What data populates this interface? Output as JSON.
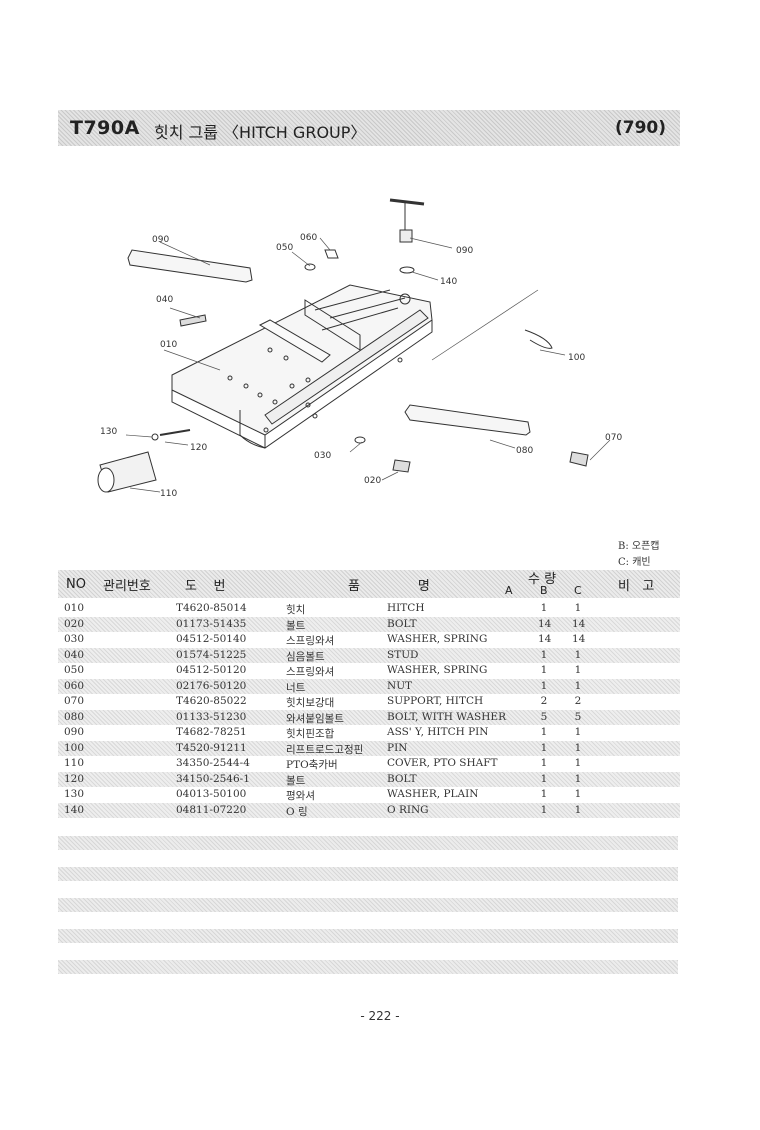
{
  "header": {
    "model": "T790A",
    "title": "힛치 그룹 〈HITCH GROUP〉",
    "page_code": "(790)"
  },
  "diagram": {
    "callouts": [
      "010",
      "020",
      "030",
      "040",
      "050",
      "060",
      "070",
      "080",
      "090",
      "100",
      "110",
      "120",
      "130",
      "140"
    ]
  },
  "legend": {
    "b": "B: 오픈캡",
    "c": "C: 캐빈"
  },
  "table": {
    "headers": {
      "no": "NO",
      "mgmt": "관리번호",
      "drawing": "도    번",
      "name": "품              명",
      "qty": "수 량",
      "a": "A",
      "b": "B",
      "c": "C",
      "remark": "비   고"
    },
    "rows": [
      {
        "no": "010",
        "part": "T4620-85014",
        "kr": "힛치",
        "en": "HITCH",
        "b": "1",
        "c": "1"
      },
      {
        "no": "020",
        "part": "01173-51435",
        "kr": "볼트",
        "en": "BOLT",
        "b": "14",
        "c": "14"
      },
      {
        "no": "030",
        "part": "04512-50140",
        "kr": "스프링와셔",
        "en": "WASHER, SPRING",
        "b": "14",
        "c": "14"
      },
      {
        "no": "040",
        "part": "01574-51225",
        "kr": "심음볼트",
        "en": "STUD",
        "b": "1",
        "c": "1"
      },
      {
        "no": "050",
        "part": "04512-50120",
        "kr": "스프링와셔",
        "en": "WASHER, SPRING",
        "b": "1",
        "c": "1"
      },
      {
        "no": "060",
        "part": "02176-50120",
        "kr": "너트",
        "en": "NUT",
        "b": "1",
        "c": "1"
      },
      {
        "no": "070",
        "part": "T4620-85022",
        "kr": "힛치보강대",
        "en": "SUPPORT, HITCH",
        "b": "2",
        "c": "2"
      },
      {
        "no": "080",
        "part": "01133-51230",
        "kr": "와셔붙임볼트",
        "en": "BOLT, WITH WASHER",
        "b": "5",
        "c": "5"
      },
      {
        "no": "090",
        "part": "T4682-78251",
        "kr": "힛치핀조합",
        "en": "ASS' Y, HITCH PIN",
        "b": "1",
        "c": "1"
      },
      {
        "no": "100",
        "part": "T4520-91211",
        "kr": "리프트로드고정핀",
        "en": "PIN",
        "b": "1",
        "c": "1"
      },
      {
        "no": "110",
        "part": "34350-2544-4",
        "kr": "PTO축카버",
        "en": "COVER, PTO SHAFT",
        "b": "1",
        "c": "1"
      },
      {
        "no": "120",
        "part": "34150-2546-1",
        "kr": "볼트",
        "en": "BOLT",
        "b": "1",
        "c": "1"
      },
      {
        "no": "130",
        "part": "04013-50100",
        "kr": "평와셔",
        "en": "WASHER, PLAIN",
        "b": "1",
        "c": "1"
      },
      {
        "no": "140",
        "part": "04811-07220",
        "kr": "O 링",
        "en": "O RING",
        "b": "1",
        "c": "1"
      }
    ]
  },
  "footer": {
    "page_number": "- 222 -"
  }
}
